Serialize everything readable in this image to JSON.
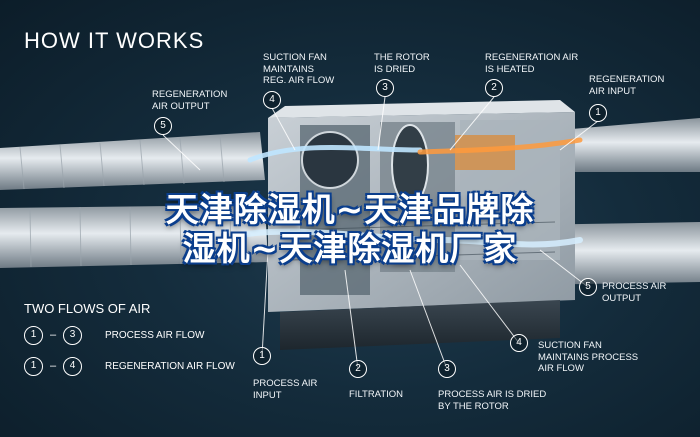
{
  "title": "HOW IT WORKS",
  "watermark": {
    "line1": "天津除湿机~天津品牌除",
    "line2": "湿机~天津除湿机厂家"
  },
  "top_labels": [
    {
      "num": "5",
      "text": "REGENERATION\nAIR OUTPUT"
    },
    {
      "num": "4",
      "text": "SUCTION FAN\nMAINTAINS\nREG. AIR FLOW"
    },
    {
      "num": "3",
      "text": "THE ROTOR\nIS DRIED"
    },
    {
      "num": "2",
      "text": "REGENERATION AIR\nIS HEATED"
    },
    {
      "num": "1",
      "text": "REGENERATION\nAIR INPUT"
    }
  ],
  "right_labels": [
    {
      "num": "5",
      "text": "PROCESS AIR\nOUTPUT"
    },
    {
      "num": "4",
      "text": "SUCTION FAN\nMAINTAINS PROCESS\nAIR FLOW"
    }
  ],
  "bottom_labels": [
    {
      "num": "1",
      "text": "PROCESS AIR\nINPUT"
    },
    {
      "num": "2",
      "text": "FILTRATION"
    },
    {
      "num": "3",
      "text": "PROCESS AIR IS DRIED\nBY THE ROTOR"
    }
  ],
  "flows": {
    "title": "TWO FLOWS OF AIR",
    "items": [
      {
        "from": "1",
        "to": "3",
        "label": "PROCESS AIR FLOW"
      },
      {
        "from": "1",
        "to": "4",
        "label": "REGENERATION AIR FLOW"
      }
    ]
  },
  "colors": {
    "background": "#142c3c",
    "watermark_outline": "#0b3f8f",
    "flow_arrow": "#bfe6ff",
    "heated_flow": "#ff9a3c"
  }
}
